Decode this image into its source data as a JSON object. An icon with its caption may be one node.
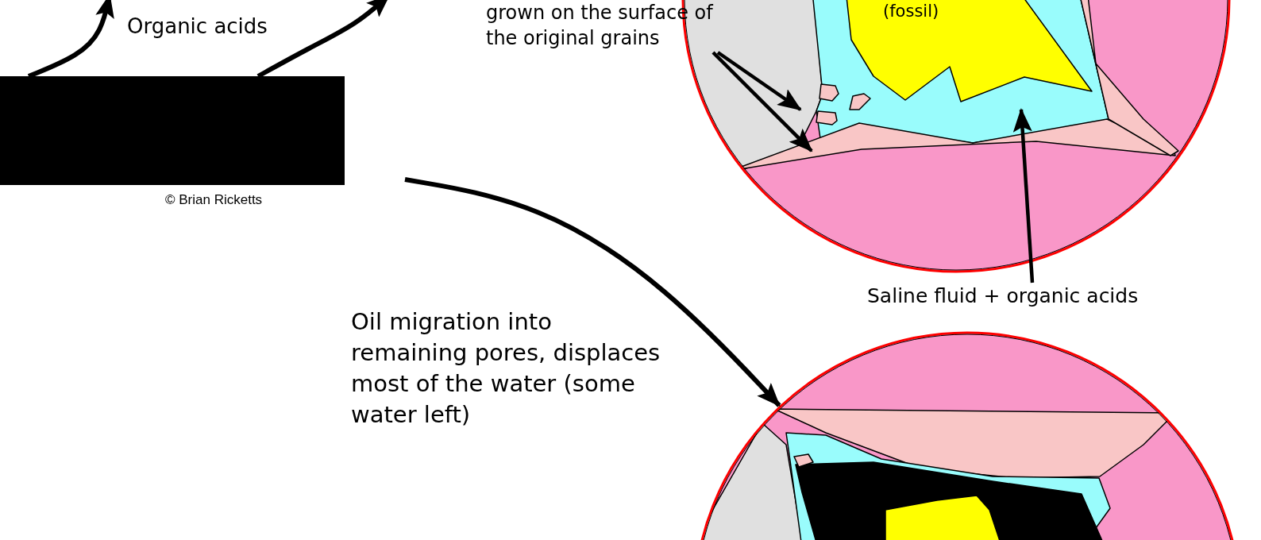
{
  "diagram": {
    "nodes": [
      {
        "text": [
          "grown on the surface of the original grains"
        ]
      },
      {
        "text": [
          "(fossil)"
        ]
      },
      {
        "text": [],
        "shape": "box",
        "beside": [
          "© Brian Ricketts"
        ]
      },
      {
        "text": [
          "Saline fluid + organic acids"
        ]
      },
      {
        "text": [],
        "shape": "circle"
      }
    ],
    "edges": [
      {
        "from": 2,
        "to": null,
        "arrow": "to"
      },
      {
        "from": 2,
        "to": null,
        "arrow": "to"
      },
      {
        "from": 0,
        "to": 1,
        "arrow": "to"
      },
      {
        "from": 0,
        "to": 1,
        "arrow": "to"
      },
      {
        "from": 3,
        "to": 1,
        "arrow": "to"
      },
      {
        "from": null,
        "to": 4,
        "arrow": "to"
      }
    ],
    "labels": [
      "Organic acids",
      "Oil migration into remaining pores, displaces most of the water (some water left)"
    ]
  }
}
